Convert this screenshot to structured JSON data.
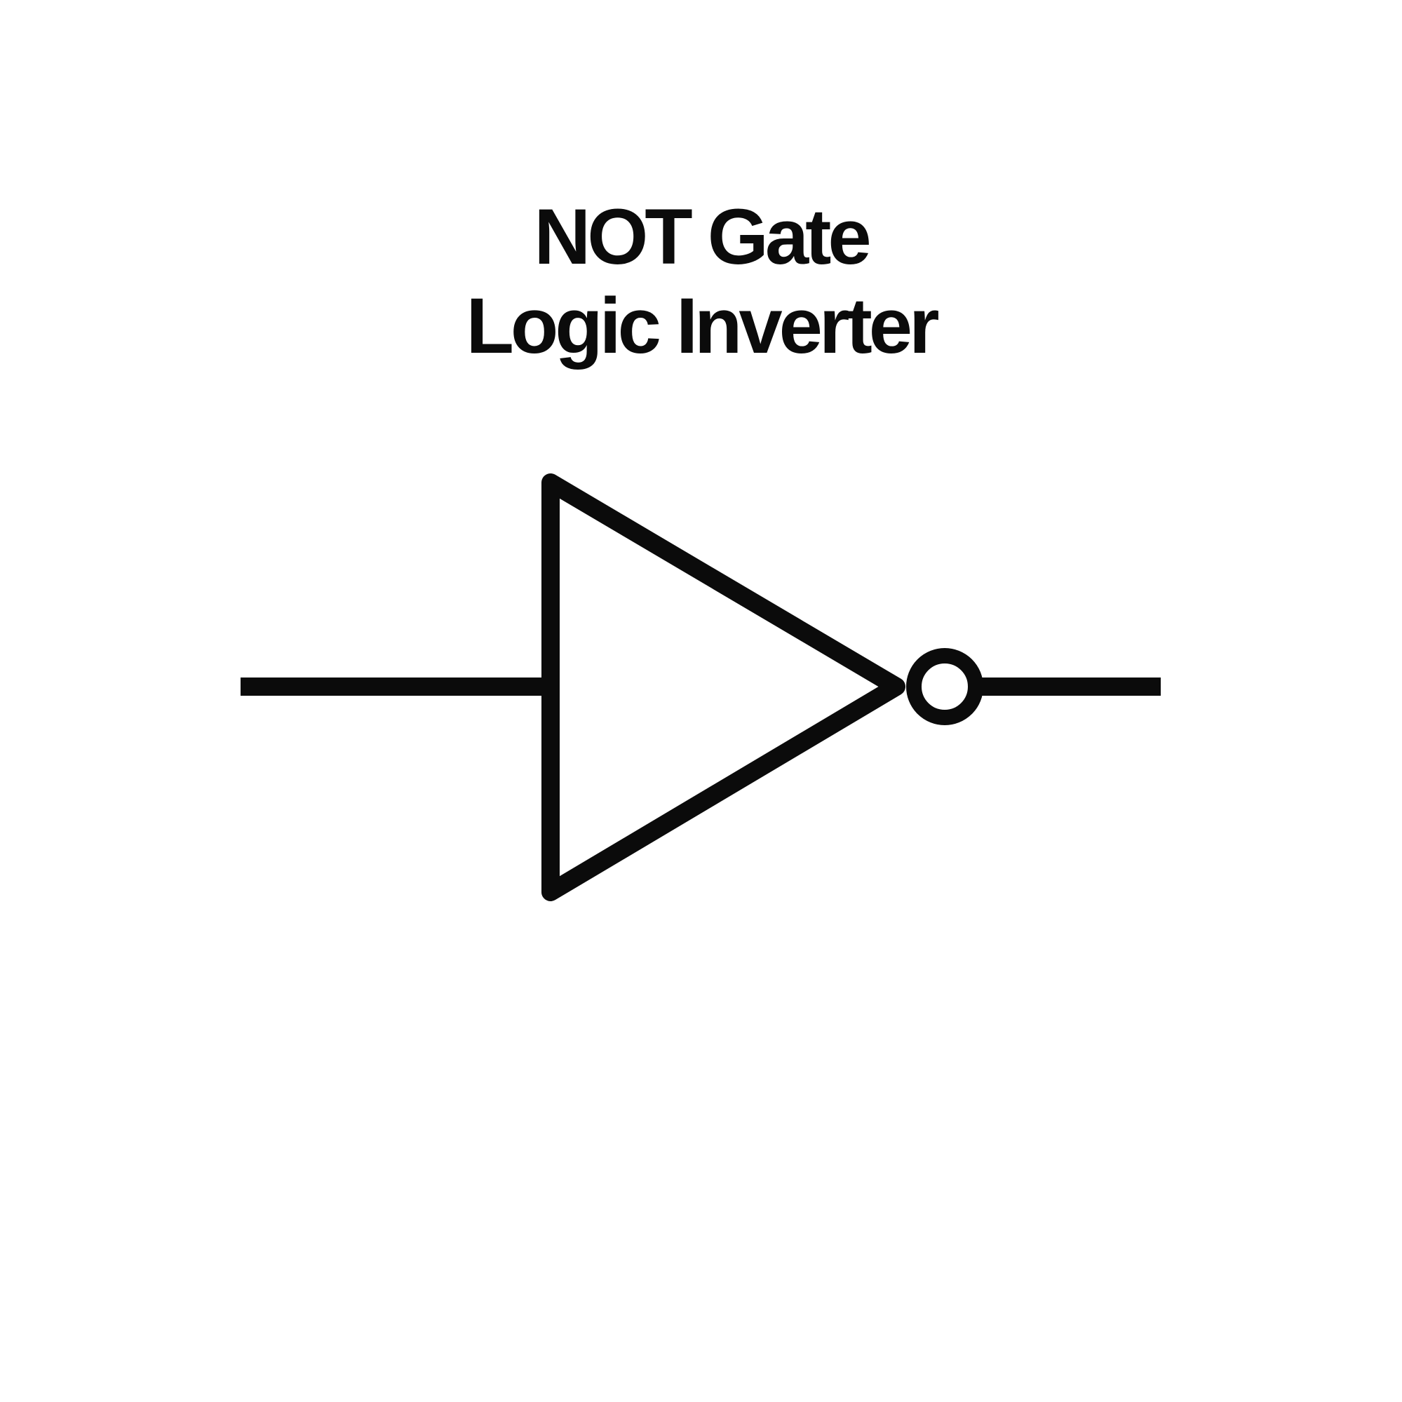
{
  "title": {
    "line1": "NOT Gate",
    "line2": "Logic Inverter"
  },
  "diagram": {
    "type": "logic-gate-schematic-symbol",
    "gate": "NOT",
    "alias": "Logic Inverter",
    "stroke_color": "#0b0b0b",
    "body_fill_color": "#ffffff",
    "background_color": "#ffffff",
    "elements": [
      "input-wire",
      "inverter-triangle",
      "inversion-bubble",
      "output-wire"
    ]
  }
}
